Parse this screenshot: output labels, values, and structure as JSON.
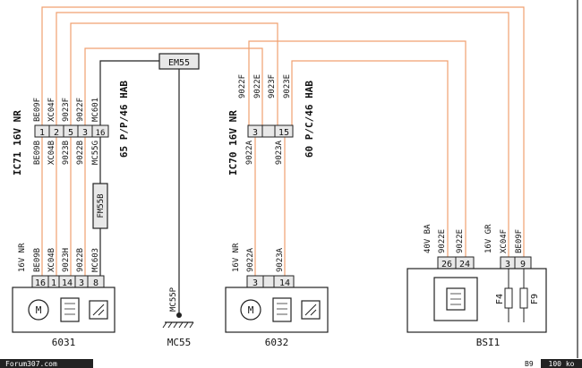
{
  "connectors": {
    "ic71": {
      "name": "IC71",
      "type": "16V NR",
      "pins": [
        "1",
        "2",
        "5",
        "3",
        "16"
      ],
      "top_wires": [
        "BE09F",
        "XC04F",
        "9023F",
        "9022F",
        "MC601"
      ],
      "bottom_wires": [
        "BE09B",
        "XC04B",
        "9023B",
        "9022B",
        "MC55G"
      ],
      "option": "65 P/P/46 HAB"
    },
    "ic70": {
      "name": "IC70",
      "type": "16V NR",
      "pins": [
        "3",
        "15"
      ],
      "top_wires": [
        "9022F",
        "9022E",
        "9023F",
        "9023E"
      ],
      "bottom_wires": [
        "9022A",
        "9023A"
      ],
      "option": "60 P/C/46 HAB"
    }
  },
  "em55": {
    "label": "EM55"
  },
  "fm55b": {
    "label": "FM55B"
  },
  "components": {
    "c6031": {
      "name": "6031",
      "type": "16V NR",
      "pins": [
        "16",
        "1",
        "14",
        "3",
        "8"
      ],
      "wires": [
        "BE09B",
        "XC04B",
        "9023H",
        "9022B",
        "MC603"
      ]
    },
    "mc55": {
      "name": "MC55",
      "wire": "MC55P"
    },
    "c6032": {
      "name": "6032",
      "type": "16V NR",
      "pins": [
        "3",
        "14"
      ],
      "wires": [
        "9022A",
        "9023A"
      ]
    },
    "bsi1": {
      "name": "BSI1",
      "conn1_type": "40V BA",
      "conn1_pins": [
        "26",
        "24"
      ],
      "conn1_wires": [
        "9022E",
        "9022E"
      ],
      "conn2_type": "16V GR",
      "conn2_pins": [
        "3",
        "9"
      ],
      "conn2_wires": [
        "XC04F",
        "BE09F"
      ],
      "fuses": [
        "F4",
        "F9"
      ]
    }
  },
  "footer": {
    "left": "Forum307.com",
    "right_code": "B9",
    "size": "100 ko"
  }
}
